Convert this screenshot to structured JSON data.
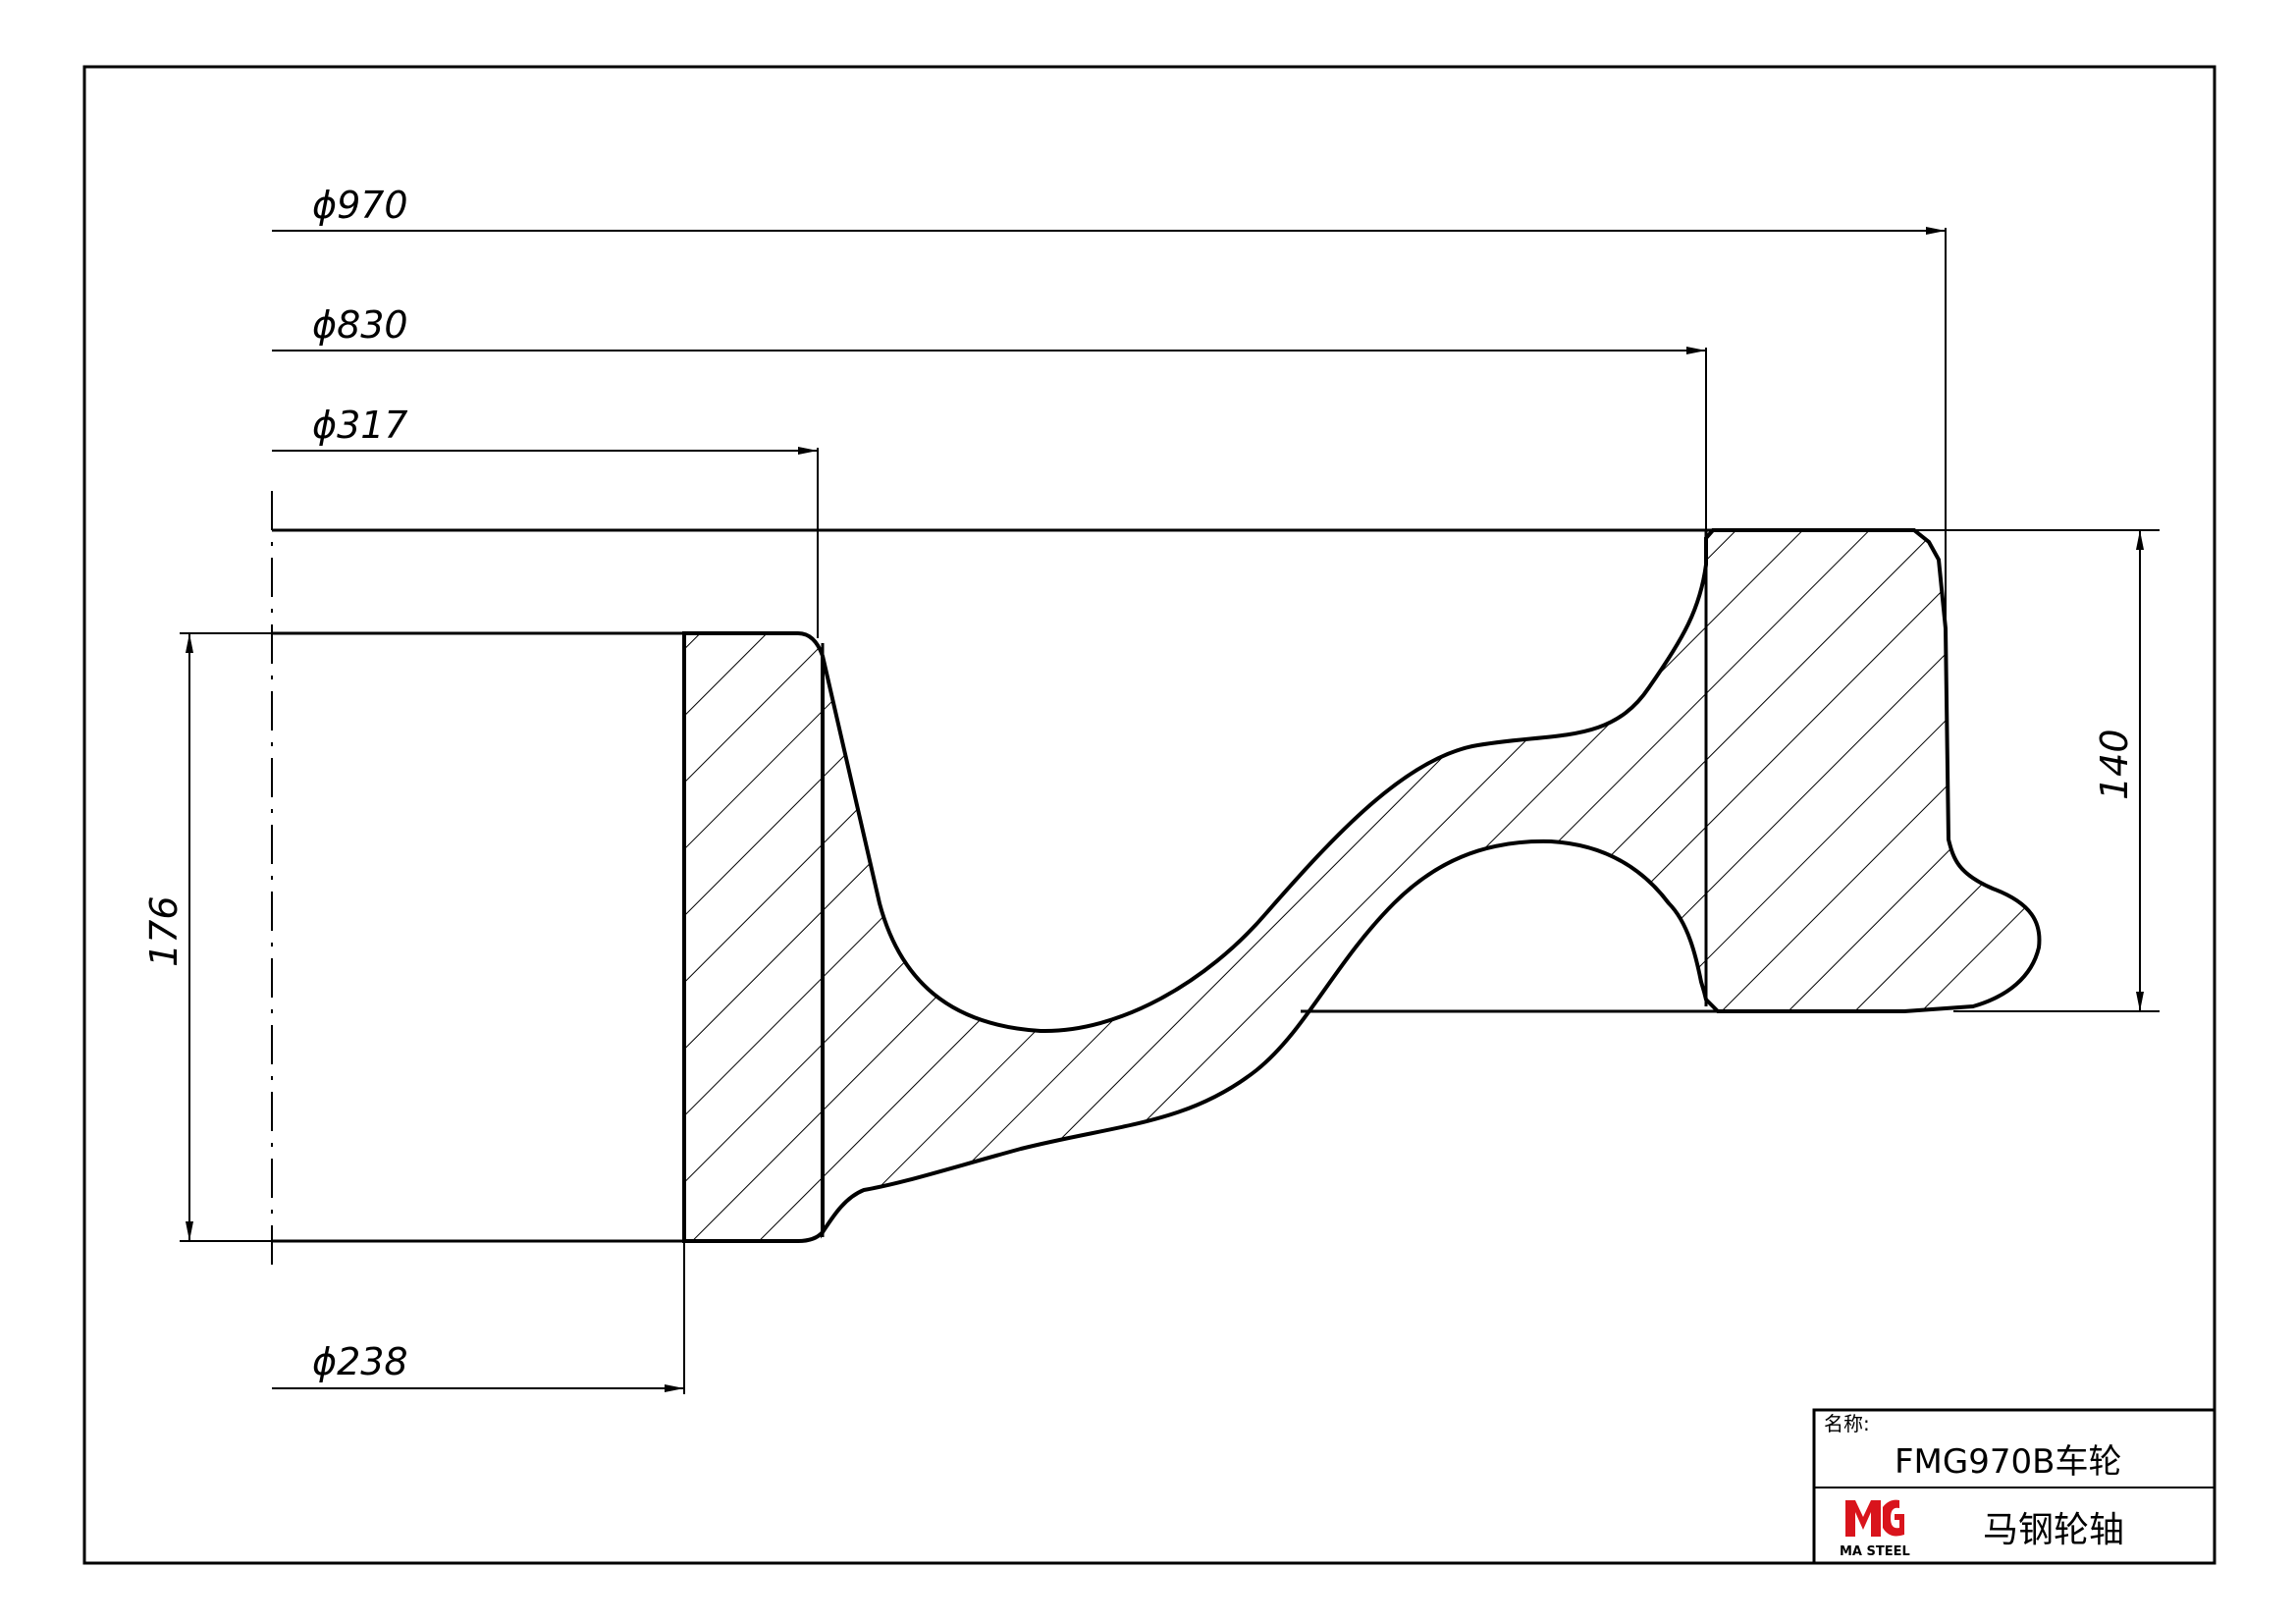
{
  "dimensions": {
    "d970": "ϕ970",
    "d830": "ϕ830",
    "d317": "ϕ317",
    "d238": "ϕ238",
    "h176": "176",
    "h140": "140"
  },
  "title_block": {
    "name_label": "名称:",
    "part_name": "FMG970B车轮",
    "company": "马钢轮轴",
    "logo_text": "MA STEEL"
  },
  "colors": {
    "line": "#000000",
    "logo_red": "#d9141c",
    "background": "#ffffff"
  }
}
